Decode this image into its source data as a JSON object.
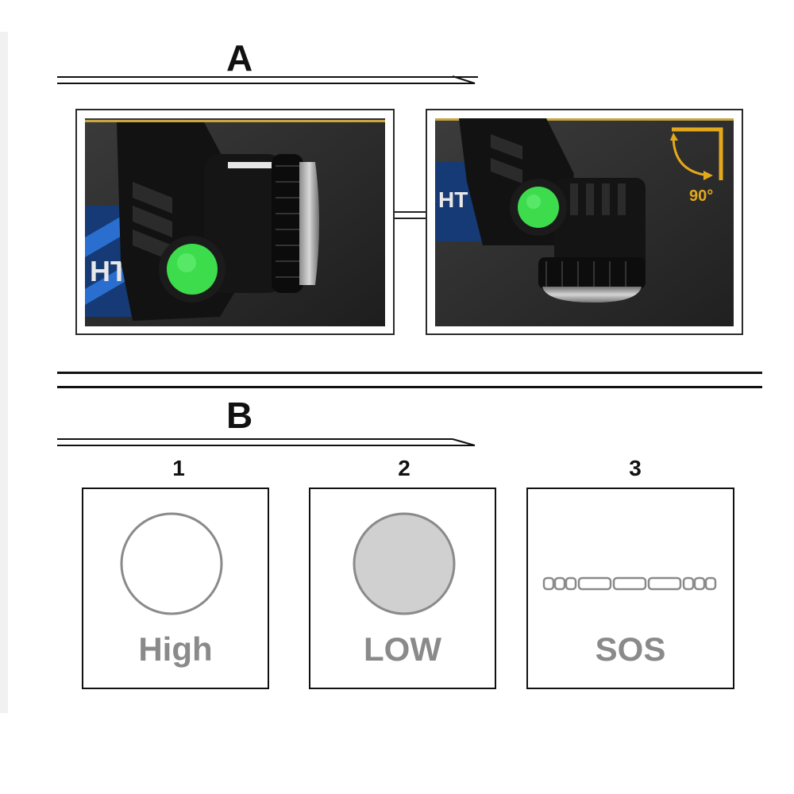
{
  "section_a": {
    "letter": "A"
  },
  "section_b": {
    "letter": "B"
  },
  "rotation_badge": {
    "text": "90°",
    "color": "#e3a91c"
  },
  "modes": [
    {
      "number": "1",
      "label": "High",
      "icon": "circle-outline-icon"
    },
    {
      "number": "2",
      "label": "LOW",
      "icon": "circle-filled-icon"
    },
    {
      "number": "3",
      "label": "SOS",
      "icon": "sos-pattern-icon"
    }
  ],
  "colors": {
    "button_green": "#3ddc4c",
    "label_gray": "#8a8a8a",
    "strap_blue": "#1f5fb4"
  }
}
